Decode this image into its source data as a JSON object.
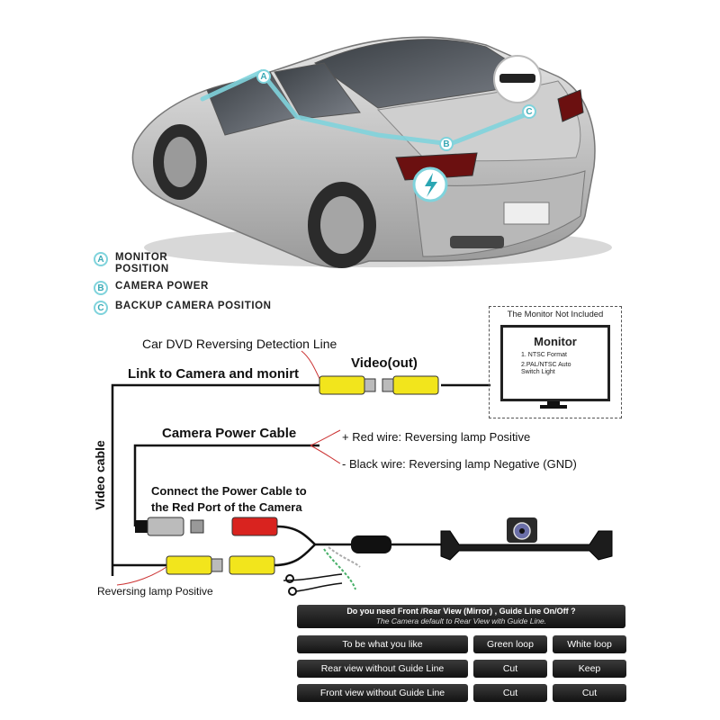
{
  "legend": {
    "a": {
      "badge": "A",
      "text": "MONITOR POSITION"
    },
    "b": {
      "badge": "B",
      "text": "CAMERA POWER"
    },
    "c": {
      "badge": "C",
      "text": "BACKUP CAMERA POSITION"
    }
  },
  "car_markers": {
    "a": "A",
    "b": "B",
    "c": "C"
  },
  "wiring": {
    "dvd_line": "Car DVD Reversing Detection Line",
    "video_out": "Video(out)",
    "link_camera": "Link to Camera and monirt",
    "video_cable": "Video cable",
    "power_cable": "Camera Power Cable",
    "red_wire": "+ Red wire: Reversing lamp Positive",
    "black_wire": "- Black wire: Reversing lamp Negative (GND)",
    "connect_line1": "Connect the Power Cable to",
    "connect_line2": "the Red Port of the Camera",
    "reversing_positive": "Reversing lamp Positive"
  },
  "monitor": {
    "not_included": "The Monitor Not Included",
    "title": "Monitor",
    "spec1": "1. NTSC Format",
    "spec2": "2.PAL/NTSC Auto Switch Light"
  },
  "options": {
    "question": "Do you need Front /Rear View (Mirror) , Guide Line On/Off ?",
    "subtitle": "The Camera default to Rear View with Guide Line.",
    "rows": [
      {
        "label": "To be what you like",
        "c1": "Green loop",
        "c2": "White loop"
      },
      {
        "label": "Rear view without Guide Line",
        "c1": "Cut",
        "c2": "Keep"
      },
      {
        "label": "Front view without Guide Line",
        "c1": "Cut",
        "c2": "Cut"
      }
    ]
  },
  "colors": {
    "accent": "#7fd3dc",
    "connector_yellow": "#f2e51c",
    "connector_red": "#d9231f"
  }
}
